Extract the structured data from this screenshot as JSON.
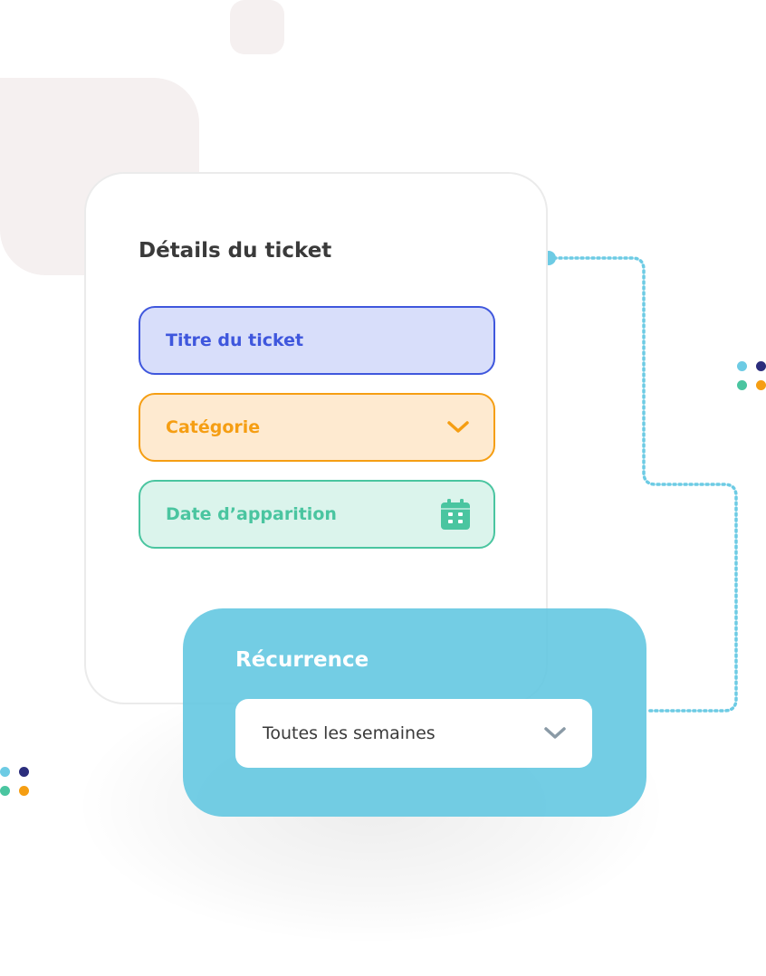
{
  "ticket_details": {
    "title": "Détails du ticket",
    "fields": {
      "ticket_title": {
        "label": "Titre du ticket"
      },
      "category": {
        "label": "Catégorie",
        "icon": "chevron-down-icon"
      },
      "occurrence_date": {
        "label": "Date d’apparition",
        "icon": "calendar-icon"
      }
    }
  },
  "recurrence": {
    "title": "Récurrence",
    "selected_value": "Toutes les semaines",
    "icon": "chevron-down-icon"
  },
  "colors": {
    "blue_accent": "#3f57dd",
    "orange_accent": "#f59e13",
    "green_accent": "#4ac5a0",
    "cyan_accent": "#64c8e1",
    "navy_dot": "#2b2d7c"
  }
}
